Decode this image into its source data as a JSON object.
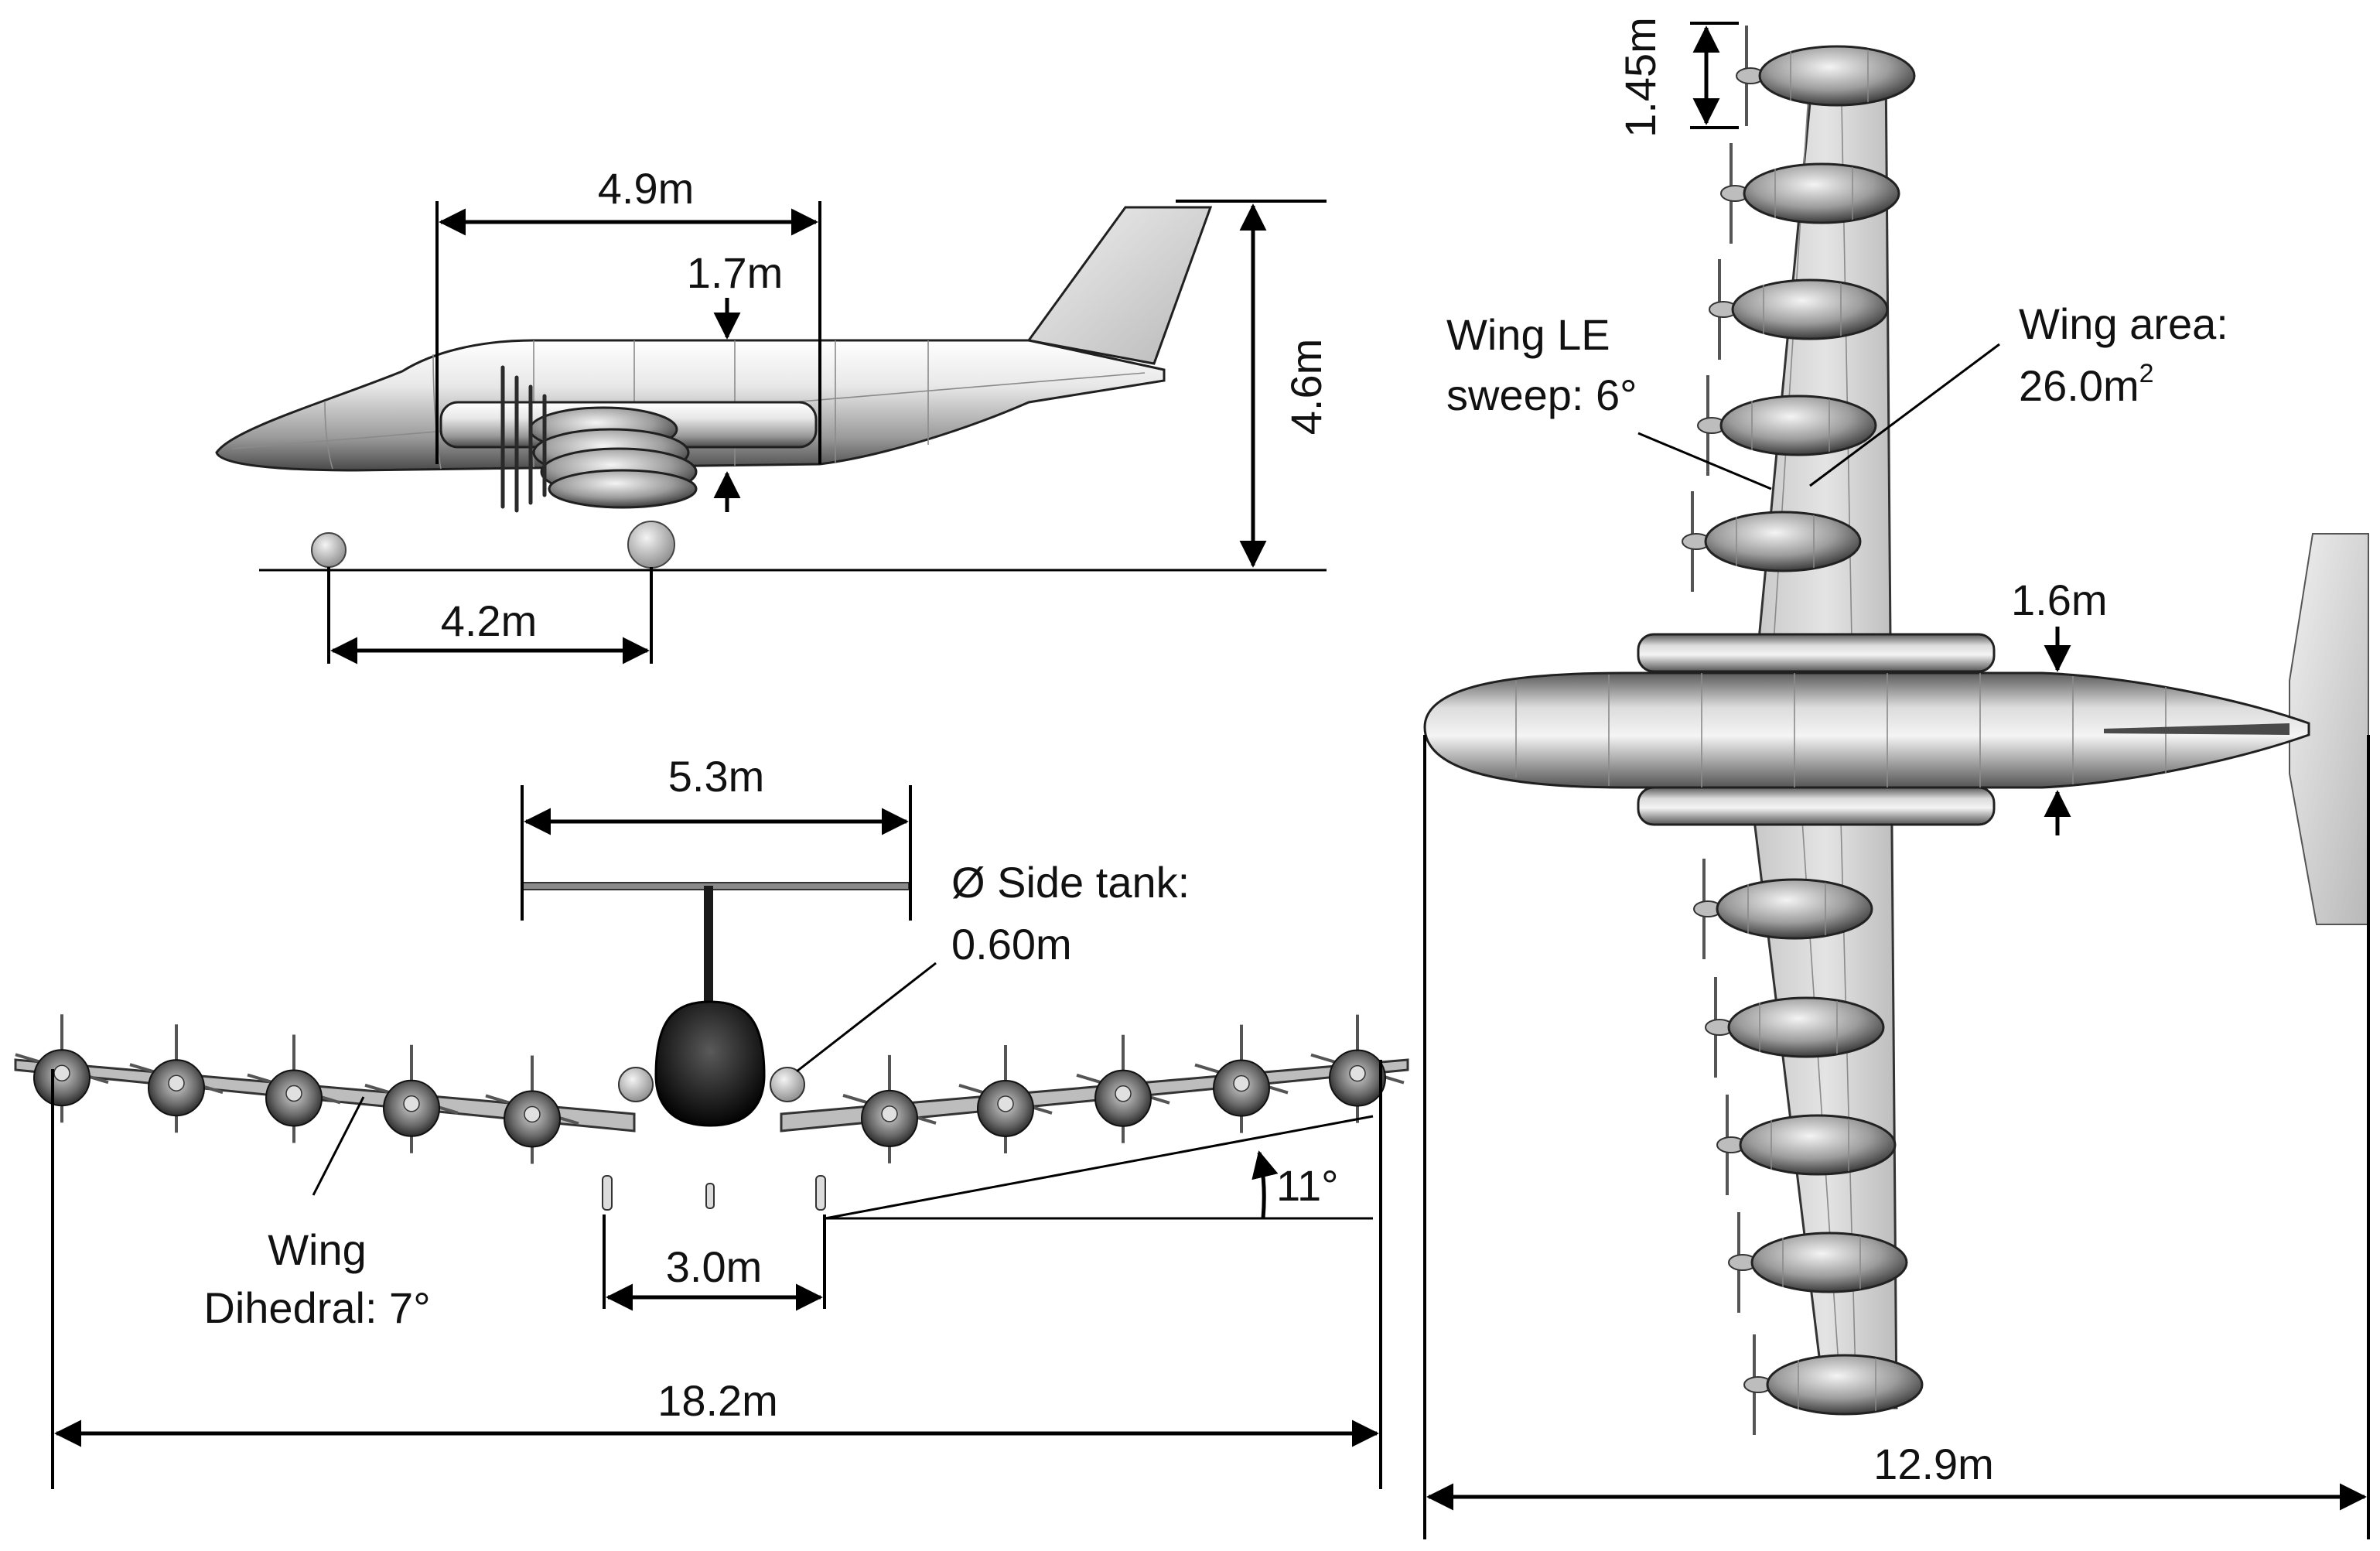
{
  "colors": {
    "line": "#000000",
    "airframe_light": "#e6e6e6",
    "airframe_mid": "#a8a8a8",
    "airframe_dark": "#3a3a3a",
    "text": "#111111"
  },
  "side_view": {
    "section_length": "4.9m",
    "fuselage_height": "1.7m",
    "overall_height": "4.6m",
    "wheelbase": "4.2m"
  },
  "front_view": {
    "tail_span": "5.3m",
    "side_tank_label": "Ø Side tank:",
    "side_tank_diameter": "0.60m",
    "gear_track": "3.0m",
    "tip_angle": "11°",
    "dihedral_line1": "Wing",
    "dihedral_line2": "Dihedral: 7°",
    "wingspan": "18.2m"
  },
  "top_view": {
    "nacelle_spacing": "1.45m",
    "le_sweep_line1": "Wing LE",
    "le_sweep_line2": "sweep: 6°",
    "wing_area_line1": "Wing area:",
    "wing_area_line2": "26.0m",
    "wing_area_unit_sup": "2",
    "fuselage_width": "1.6m",
    "overall_length": "12.9m"
  }
}
